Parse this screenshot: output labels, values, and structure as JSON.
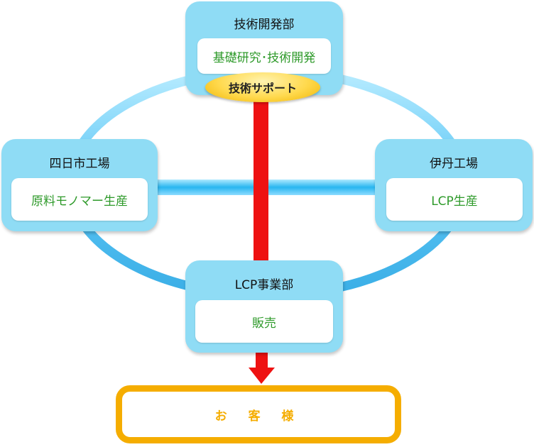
{
  "nodes": {
    "rd": {
      "title": "技術開発部",
      "content": "基礎研究･技術開発",
      "badge": "技術サポート"
    },
    "yokkaichi": {
      "title": "四日市工場",
      "content": "原料モノマー生産"
    },
    "itami": {
      "title": "伊丹工場",
      "content": "LCP生産"
    },
    "lcp": {
      "title": "LCP事業部",
      "content": "販売"
    },
    "customer": {
      "label": "お 客 様"
    }
  },
  "colors": {
    "ring": "#7fd4f8",
    "node_frame": "#8fdcf5",
    "node_text": "#2e9a2a",
    "arrow": "#ee1111",
    "customer": "#f5ad00"
  }
}
